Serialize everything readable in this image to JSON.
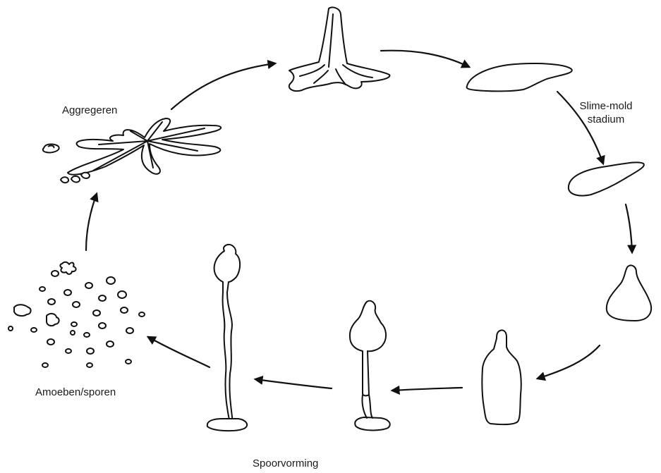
{
  "labels": {
    "aggregeren": "Aggregeren",
    "slime_mold_line1": "Slime-mold",
    "slime_mold_line2": "stadium",
    "amoeben_sporen": "Amoeben/sporen",
    "spoorvorming": "Spoorvorming"
  },
  "colors": {
    "ink": "#111111",
    "background": "#ffffff"
  }
}
